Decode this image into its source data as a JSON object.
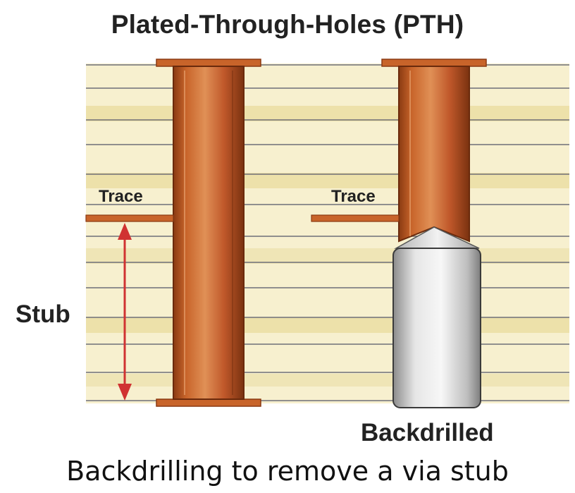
{
  "title": "Plated-Through-Holes (PTH)",
  "labels": {
    "trace_left": "Trace",
    "trace_right": "Trace",
    "stub": "Stub",
    "backdrilled": "Backdrilled"
  },
  "caption": "Backdrilling to remove a via stub",
  "colors": {
    "laminate": "#f7f0cf",
    "laminate_band": "#ede1aa",
    "layer_line": "#6f6f78",
    "copper": "#c8642a",
    "copper_dark": "#8a3a12",
    "copper_light": "#e09056",
    "drill_silver": "#d9d9d9",
    "arrow_red": "#d03232"
  },
  "icons": {
    "stub_marker": "double-headed-arrow-icon"
  }
}
